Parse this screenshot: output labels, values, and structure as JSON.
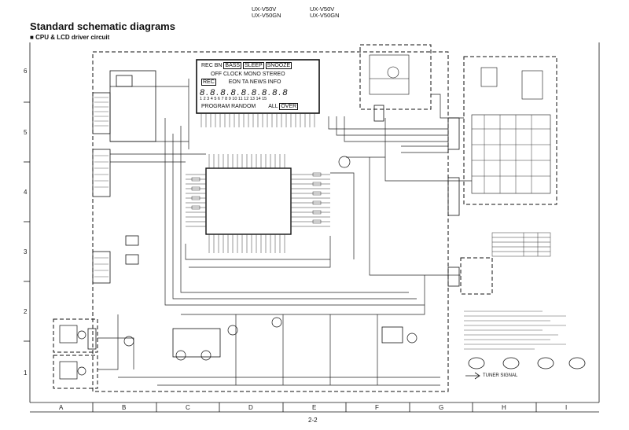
{
  "header": {
    "title": "Standard schematic diagrams",
    "subtitle": "CPU & LCD driver circuit",
    "models_left": [
      "UX-V50V",
      "UX-V50GN"
    ],
    "models_right": [
      "UX-V50V",
      "UX-V50GN"
    ]
  },
  "grid": {
    "rows": [
      "6",
      "5",
      "4",
      "3",
      "2",
      "1"
    ],
    "columns": [
      "A",
      "B",
      "C",
      "D",
      "E",
      "F",
      "G",
      "H",
      "I"
    ]
  },
  "lcd": {
    "row1": [
      "REC",
      "BN",
      "BASS",
      "SLEEP",
      "SNOOZE"
    ],
    "row2": [
      "OFF",
      "CLOCK",
      "MONO",
      "STEREO"
    ],
    "row3": [
      "REC",
      "EON",
      "TA",
      "NEWS",
      "INFO"
    ],
    "row4": "1 2 3 4 5 6 7 8 9 10 11 12 13 14 15",
    "row5": [
      "PROGRAM",
      "RANDOM",
      "ALL",
      "OVER"
    ]
  },
  "legend": {
    "tuner_signal": "TUNER SIGNAL"
  },
  "footer": {
    "page": "2-2"
  },
  "colors": {
    "line": "#222222",
    "frame": "#111111",
    "paper": "#ffffff"
  }
}
